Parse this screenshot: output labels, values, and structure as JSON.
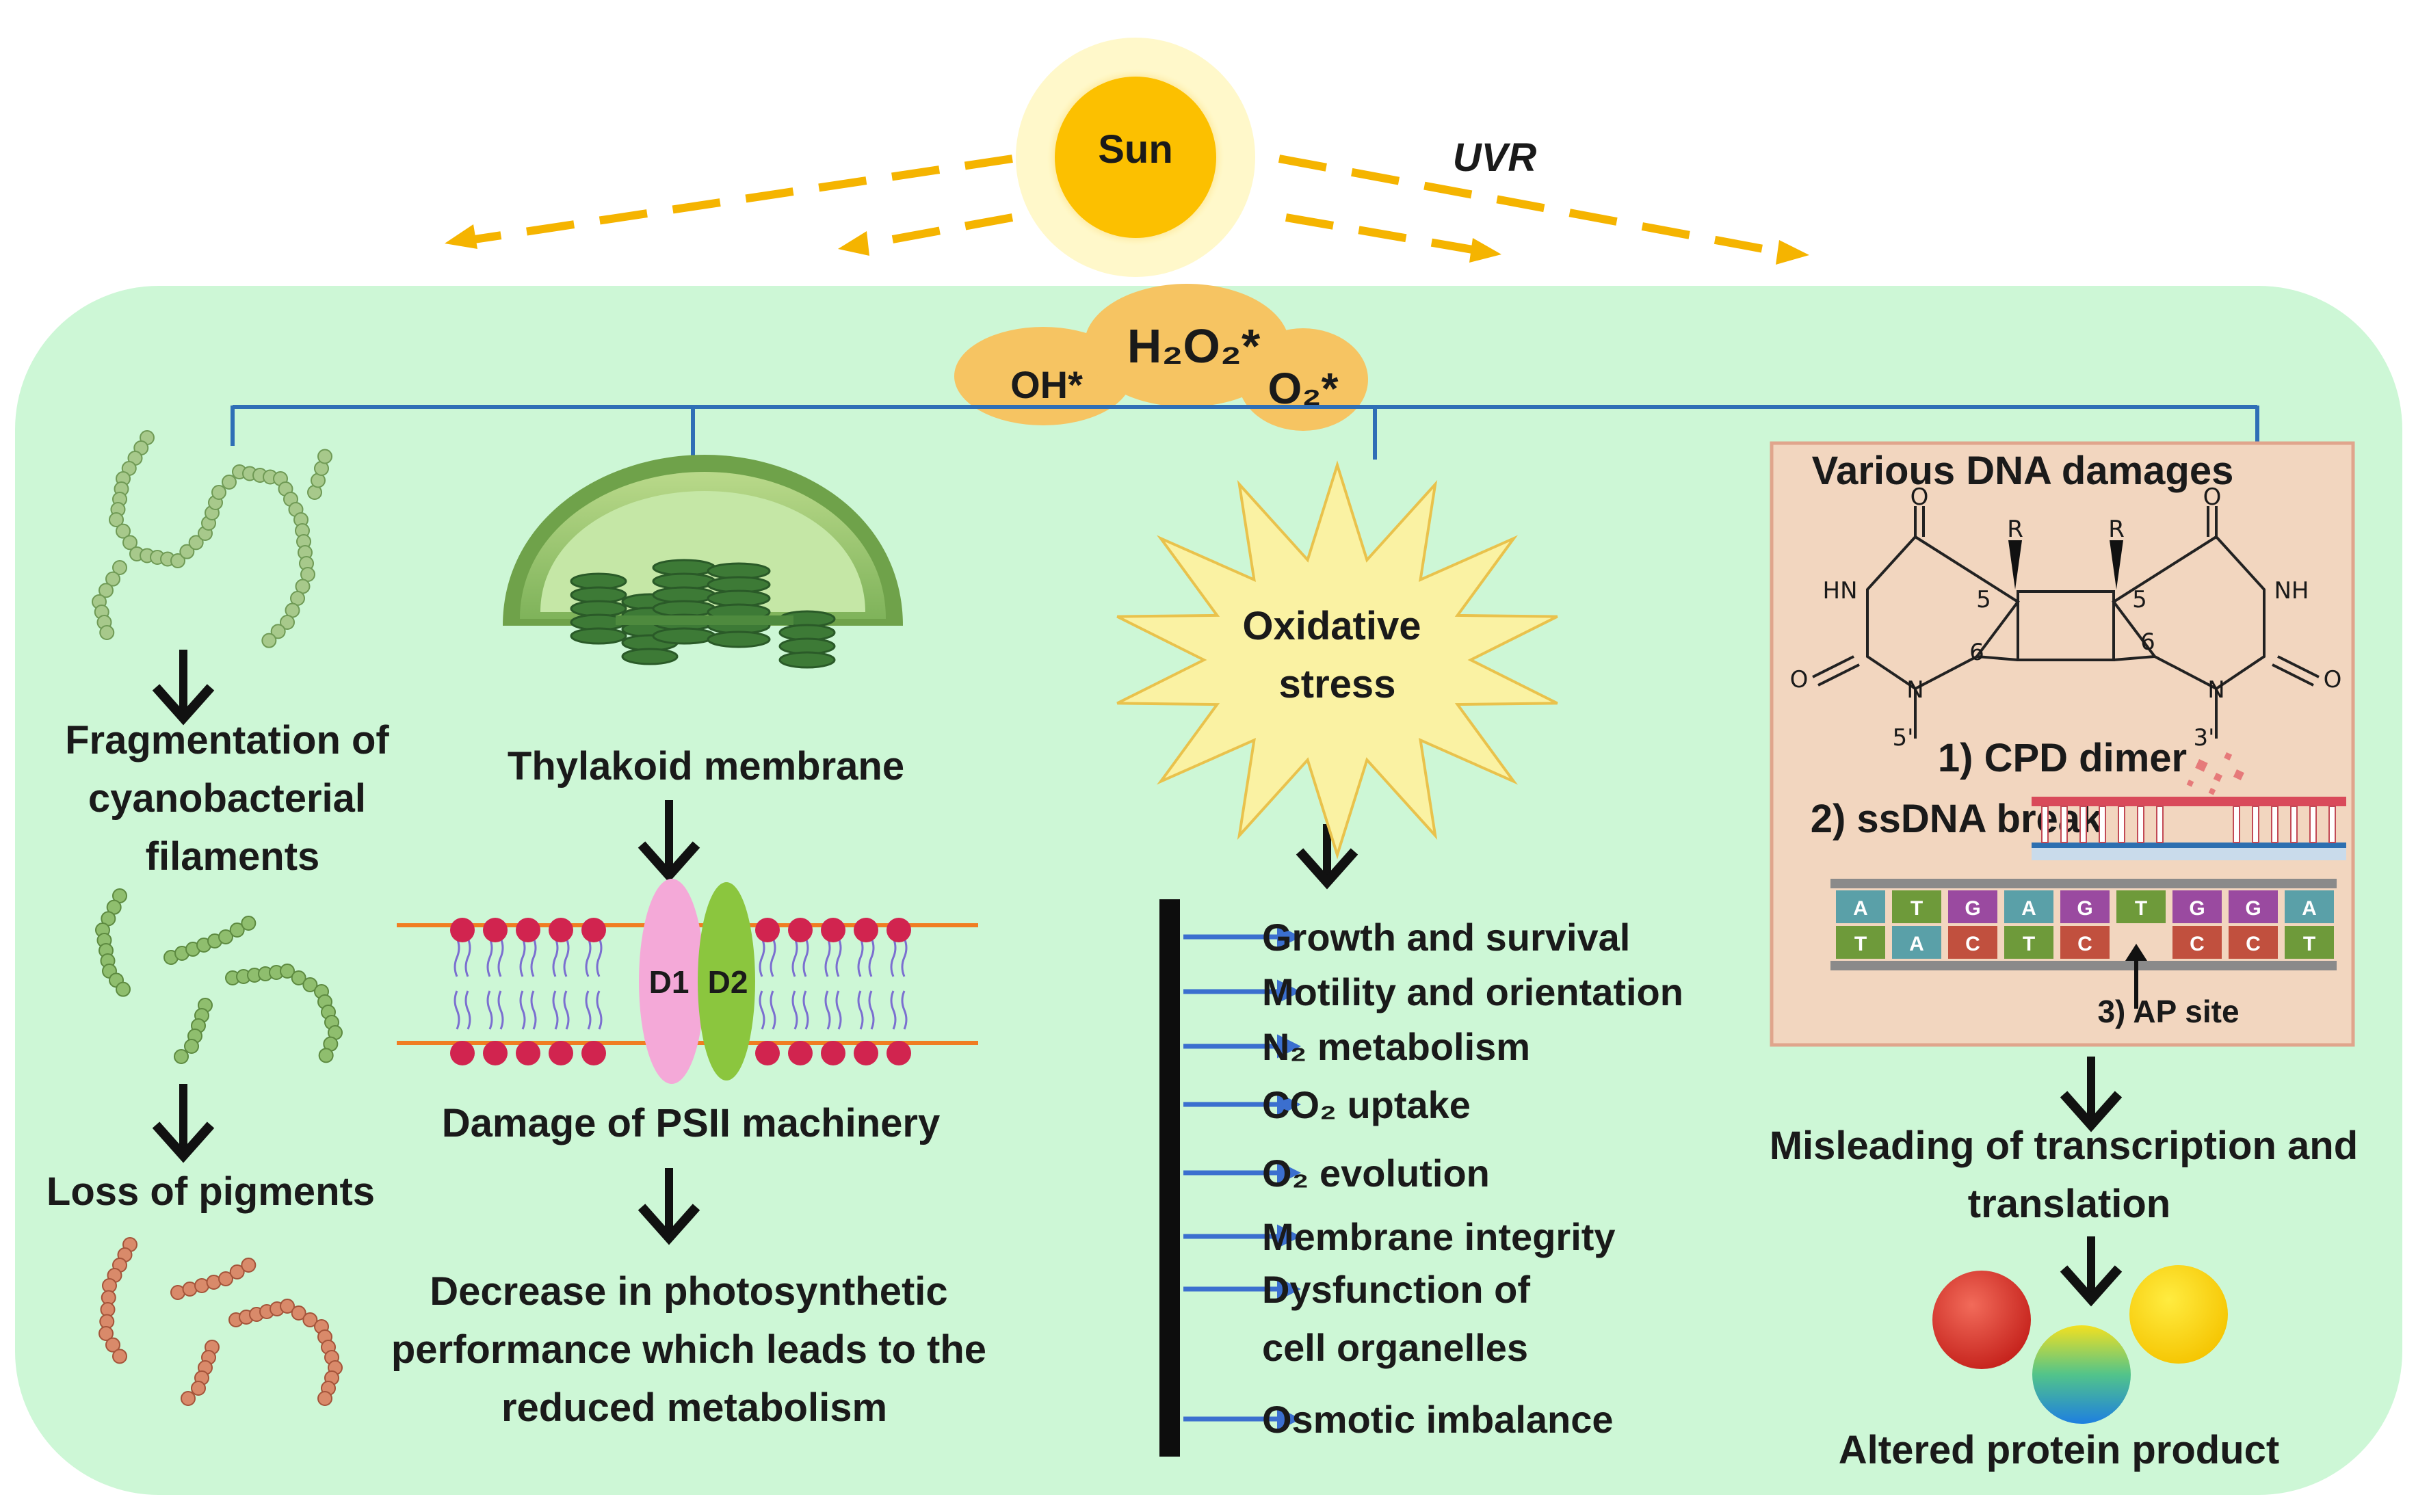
{
  "sun": {
    "label": "Sun",
    "ray_label": "UVR"
  },
  "ros": {
    "h2o2": "H₂O₂*",
    "oh": "OH*",
    "o2": "O₂*"
  },
  "col1": {
    "step1": [
      "Fragmentation of",
      "cyanobacterial",
      "filaments"
    ],
    "step2": "Loss of pigments"
  },
  "col2": {
    "thylakoid": "Thylakoid membrane",
    "d1": "D1",
    "d2": "D2",
    "damage": "Damage of PSII machinery",
    "result": [
      "Decrease in photosynthetic",
      "performance which leads to the",
      "reduced metabolism"
    ]
  },
  "col3": {
    "stress": [
      "Oxidative",
      "stress"
    ],
    "effects": [
      [
        "Growth and survival"
      ],
      [
        "Motility and orientation"
      ],
      [
        "N₂ metabolism"
      ],
      [
        "CO₂ uptake"
      ],
      [
        "O₂ evolution"
      ],
      [
        "Membrane integrity"
      ],
      [
        "Dysfunction of",
        "cell organelles"
      ],
      [
        "Osmotic imbalance"
      ]
    ]
  },
  "col4": {
    "title": "Various DNA damages",
    "cpd": "1) CPD dimer",
    "ssdna": "2) ssDNA break",
    "ap": "3) AP site",
    "chem_labels": {
      "o": "O",
      "hn": "HN",
      "nh": "NH",
      "n": "N",
      "r": "R",
      "five": "5",
      "six": "6",
      "five_prime": "5'",
      "three_prime": "3'"
    },
    "dna_top": [
      "A",
      "T",
      "G",
      "A",
      "G",
      "T",
      "G",
      "G",
      "A"
    ],
    "dna_bottom": [
      "T",
      "A",
      "C",
      "T",
      "C",
      "",
      "C",
      "C",
      "T"
    ],
    "misleading": [
      "Misleading of transcription and",
      "translation"
    ],
    "protein": "Altered protein product"
  }
}
